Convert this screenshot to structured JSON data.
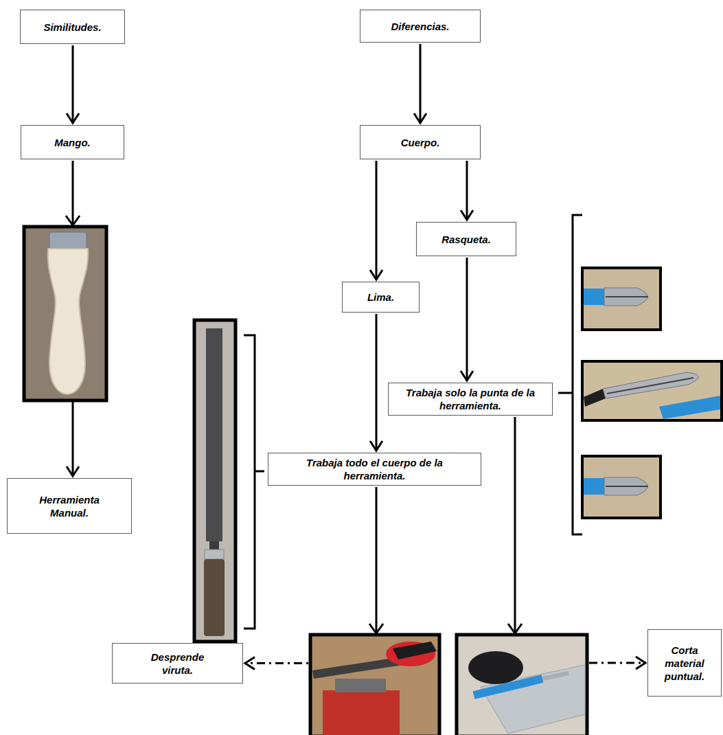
{
  "diagram": {
    "nodes": [
      {
        "text": [
          "Similitudes."
        ]
      },
      {
        "text": [
          "Diferencias."
        ]
      },
      {
        "text": [
          "Mango."
        ]
      },
      {
        "text": [
          "Cuerpo."
        ]
      },
      {
        "text": [
          "Rasqueta."
        ]
      },
      {
        "text": [
          "Lima."
        ]
      },
      {
        "text": [
          "Trabaja solo la punta de la herramienta."
        ]
      },
      {
        "text": [
          "Trabaja todo el cuerpo de la herramienta."
        ]
      },
      {
        "text": [
          "Herramienta Manual."
        ]
      },
      {
        "text": [
          "Desprende viruta."
        ]
      },
      {
        "text": [
          "Corta material puntual."
        ]
      }
    ],
    "edges": [
      {
        "from": 0,
        "to": 2,
        "arrow": "to"
      },
      {
        "from": 1,
        "to": 3,
        "arrow": "to"
      },
      {
        "from": 3,
        "to": 5,
        "arrow": "to"
      },
      {
        "from": 3,
        "to": 4,
        "arrow": "to"
      },
      {
        "from": 2,
        "to": 8,
        "arrow": "to"
      },
      {
        "from": 4,
        "to": 6,
        "arrow": "to"
      },
      {
        "from": 5,
        "to": 7,
        "arrow": "to"
      },
      {
        "from": 7,
        "to": 9,
        "arrow": "to"
      },
      {
        "from": 6,
        "to": 10,
        "arrow": "to"
      }
    ]
  }
}
